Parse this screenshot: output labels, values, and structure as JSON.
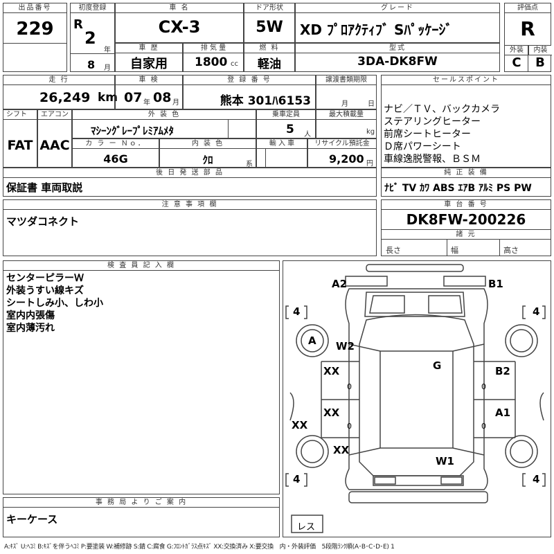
{
  "header": {
    "lot_no_label": "出品番号",
    "lot_no": "229",
    "first_reg_label": "初度登録",
    "era": "R",
    "year_num": "2",
    "year_unit": "年",
    "month_num": "8",
    "month_unit": "月",
    "car_name_label": "車 名",
    "car_name": "CX-3",
    "door_label": "ドア形状",
    "door": "5W",
    "grade_label": "グレード",
    "grade": "XD ﾌﾟﾛｱｸﾃｨﾌﾞ Sﾊﾟｯｹｰｼﾞ",
    "score_label": "評価点",
    "score": "R",
    "ext_label": "外装",
    "ext": "C",
    "int_label": "内装",
    "int": "B",
    "history_label": "車 歴",
    "history": "自家用",
    "displacement_label": "排 気 量",
    "displacement": "1800",
    "displacement_unit": "cc",
    "fuel_label": "燃 料",
    "fuel": "軽油",
    "model_label": "型式",
    "model": "3DA-DK8FW"
  },
  "row2": {
    "mileage_label": "走 行",
    "mileage": "26,249",
    "mileage_unit": "km",
    "inspection_label": "車 検",
    "insp_year": "07",
    "insp_year_unit": "年",
    "insp_month": "08",
    "insp_month_unit": "月",
    "reg_no_label": "登 録 番 号",
    "reg_no": "熊本 301ﾊ6153",
    "transfer_label": "譲渡書類期限",
    "transfer_month": "月",
    "transfer_day": "日",
    "sales_label": "セールスポイント",
    "sales_points": [
      "ナビ／ＴＶ、バックカメラ",
      "ステアリングヒーター",
      "前席シートヒーター",
      "Ｄ席パワーシート",
      "車線逸脱警報、ＢＳＭ"
    ]
  },
  "row3": {
    "shift_label": "シフト",
    "shift": "FAT",
    "ac_label": "エアコン",
    "ac": "AAC",
    "color_label": "外 装 色",
    "color": "ﾏｼｰﾝｸﾞﾚｰﾌﾟﾚﾐｱﾑﾒﾀ",
    "capacity_label": "乗車定員",
    "capacity": "5",
    "capacity_unit": "人",
    "load_label": "最大積載量",
    "load_unit": "kg",
    "color_no_label": "カ ラ ー Ｎｏ．",
    "color_no": "46G",
    "interior_label": "内 装 色",
    "interior": "ｸﾛ",
    "interior_unit": "系",
    "import_label": "輸 入 車",
    "recycle_label": "リサイクル預託金",
    "recycle": "9,200",
    "recycle_unit": "円"
  },
  "later_parts": {
    "label": "後 日 発 送 部 品",
    "text": "保証書 車両取説"
  },
  "equipment": {
    "label": "純 正 装 備",
    "text": "ﾅﾋﾞ TV ｶﾜ ABS ｴｱB ｱﾙﾐ PS PW"
  },
  "notes": {
    "label": "注 意 事 項 欄",
    "text": "マツダコネクト"
  },
  "chassis": {
    "label": "車 台 番 号",
    "number": "DK8FW-200226",
    "spec_label": "諸 元",
    "length_label": "長さ",
    "width_label": "幅",
    "height_label": "高さ"
  },
  "inspector": {
    "label": "検 査 員 記 入 欄",
    "lines": [
      "センターピラーＷ",
      "外装うすい線キズ",
      "シートしみ小、しわ小",
      "室内内張傷",
      "室内薄汚れ"
    ]
  },
  "office": {
    "label": "事 務 局 よ り ご 案 内",
    "text": "キーケース"
  },
  "diagram": {
    "marks": {
      "a2": "A2",
      "b1": "B1",
      "a": "A",
      "w2": "W2",
      "g": "G",
      "xx1": "XX",
      "b2": "B2",
      "xx2": "XX",
      "a1": "A1",
      "xx3": "XX",
      "xx4": "XX",
      "w1": "W1"
    },
    "tires": {
      "fl": "4",
      "fr": "4",
      "rl": "4",
      "rr": "4"
    },
    "zeros": {
      "z1": "0",
      "z2": "0",
      "z3": "0",
      "z4": "0"
    },
    "spare": "レス"
  },
  "legend": "A:ｷｽﾞ U:ﾍｺﾐ B:ｷｽﾞを伴うﾍｺﾐ P:要塗装 W:補修跡 S:錆 C:腐食 G:ﾌﾛﾝﾄｶﾞﾗｽ点ｷｽﾞ XX:交換済み X:要交換　内・外装評価　5段階ﾗﾝｸ順(A･B･C･D･E) 1"
}
